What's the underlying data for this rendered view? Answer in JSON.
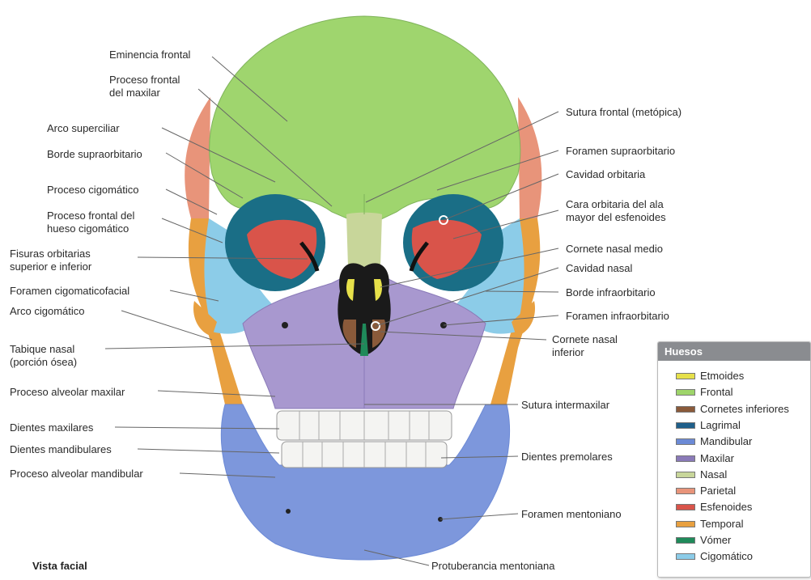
{
  "labels_left": [
    {
      "id": "eminencia-frontal",
      "text": [
        "Eminencia frontal"
      ]
    },
    {
      "id": "proceso-frontal-maxilar",
      "text": [
        "Proceso frontal",
        "del maxilar"
      ]
    },
    {
      "id": "arco-superciliar",
      "text": [
        "Arco superciliar"
      ]
    },
    {
      "id": "borde-supraorbitario",
      "text": [
        "Borde supraorbitario"
      ]
    },
    {
      "id": "proceso-cigomatico",
      "text": [
        "Proceso cigomático"
      ]
    },
    {
      "id": "proceso-frontal-cigomatico",
      "text": [
        "Proceso frontal del",
        "hueso cigomático"
      ]
    },
    {
      "id": "fisuras-orbitarias",
      "text": [
        "Fisuras orbitarias",
        "superior e inferior"
      ]
    },
    {
      "id": "foramen-cigomaticofacial",
      "text": [
        "Foramen cigomaticofacial"
      ]
    },
    {
      "id": "arco-cigomatico",
      "text": [
        "Arco cigomático"
      ]
    },
    {
      "id": "tabique-nasal",
      "text": [
        "Tabique nasal",
        "(porción ósea)"
      ]
    },
    {
      "id": "proceso-alveolar-maxilar",
      "text": [
        "Proceso alveolar maxilar"
      ]
    },
    {
      "id": "dientes-maxilares",
      "text": [
        "Dientes maxilares"
      ]
    },
    {
      "id": "dientes-mandibulares",
      "text": [
        "Dientes mandibulares"
      ]
    },
    {
      "id": "proceso-alveolar-mandibular",
      "text": [
        "Proceso alveolar mandibular"
      ]
    }
  ],
  "labels_right": [
    {
      "id": "sutura-frontal",
      "text": [
        "Sutura frontal (metópica)"
      ]
    },
    {
      "id": "foramen-supraorbitario",
      "text": [
        "Foramen supraorbitario"
      ]
    },
    {
      "id": "cavidad-orbitaria",
      "text": [
        "Cavidad orbitaria"
      ]
    },
    {
      "id": "cara-orbitaria",
      "text": [
        "Cara orbitaria del ala",
        "mayor del esfenoides"
      ]
    },
    {
      "id": "cornete-nasal-medio",
      "text": [
        "Cornete nasal medio"
      ]
    },
    {
      "id": "cavidad-nasal",
      "text": [
        "Cavidad nasal"
      ]
    },
    {
      "id": "borde-infraorbitario",
      "text": [
        "Borde infraorbitario"
      ]
    },
    {
      "id": "foramen-infraorbitario",
      "text": [
        "Foramen infraorbitario"
      ]
    },
    {
      "id": "cornete-nasal-inferior",
      "text": [
        "Cornete nasal",
        "inferior"
      ]
    },
    {
      "id": "sutura-intermaxilar",
      "text": [
        "Sutura intermaxilar"
      ]
    },
    {
      "id": "dientes-premolares",
      "text": [
        "Dientes premolares"
      ]
    },
    {
      "id": "foramen-mentoniano",
      "text": [
        "Foramen mentoniano"
      ]
    },
    {
      "id": "protuberancia-mentoniana",
      "text": [
        "Protuberancia mentoniana"
      ]
    }
  ],
  "caption": "Vista facial",
  "legend": {
    "title": "Huesos",
    "items": [
      {
        "label": "Etmoides",
        "color": "#e6e04a"
      },
      {
        "label": "Frontal",
        "color": "#9ed46a"
      },
      {
        "label": "Cornetes inferiores",
        "color": "#8a5a3a"
      },
      {
        "label": "Lagrimal",
        "color": "#1f5f8a"
      },
      {
        "label": "Mandibular",
        "color": "#6c8ad6"
      },
      {
        "label": "Maxilar",
        "color": "#8a7ab8"
      },
      {
        "label": "Nasal",
        "color": "#c8d69a"
      },
      {
        "label": "Parietal",
        "color": "#e8947a"
      },
      {
        "label": "Esfenoides",
        "color": "#d9544a"
      },
      {
        "label": "Temporal",
        "color": "#e8a040"
      },
      {
        "label": "Vómer",
        "color": "#1f8a5a"
      },
      {
        "label": "Cigomático",
        "color": "#8ccce8"
      }
    ]
  }
}
